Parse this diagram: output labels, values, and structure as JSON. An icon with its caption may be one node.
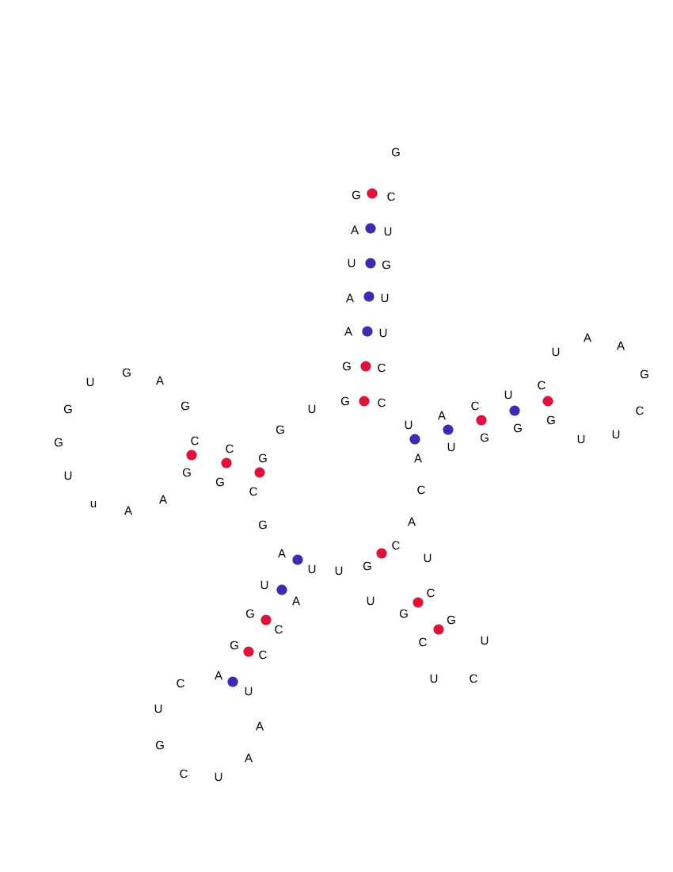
{
  "diagram": {
    "labels": [
      "G",
      "G",
      "C",
      "A",
      "U",
      "U",
      "G",
      "A",
      "U",
      "A",
      "U",
      "A",
      "A",
      "U",
      "G",
      "C",
      "G",
      "G",
      "U",
      "A",
      "C",
      "U",
      "G",
      "C",
      "G",
      "G",
      "U",
      "C",
      "C",
      "A",
      "G",
      "U",
      "G",
      "G",
      "G",
      "C",
      "G",
      "U",
      "U",
      "C",
      "U",
      "G",
      "A",
      "U",
      "G",
      "G",
      "C",
      "C",
      "A",
      "u",
      "A",
      "G",
      "A",
      "C",
      "A",
      "U",
      "U",
      "U",
      "G",
      "U",
      "C",
      "A",
      "U",
      "G",
      "G",
      "G",
      "C",
      "C",
      "U",
      "G",
      "C",
      "A",
      "U",
      "C",
      "C",
      "U",
      "U",
      "A",
      "G",
      "A",
      "C",
      "U"
    ]
  }
}
